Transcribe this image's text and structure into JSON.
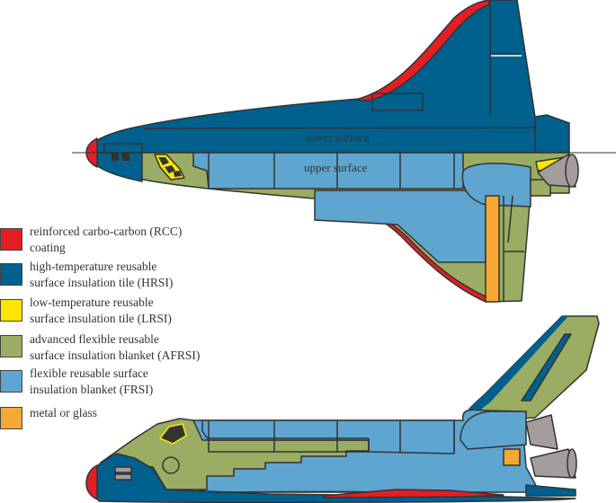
{
  "labels": {
    "lower_surface": "lower surface",
    "upper_surface": "upper surface"
  },
  "legend": [
    {
      "lines": [
        "reinforced carbo-carbon (RCC)",
        "coating"
      ],
      "color": "#e31e24"
    },
    {
      "lines": [
        "high-temperature reusable",
        "surface insulation tile (HRSI)"
      ],
      "color": "#00608e"
    },
    {
      "lines": [
        "low-temperature reusable",
        "surface insulation tile (LRSI)"
      ],
      "color": "#ffe600"
    },
    {
      "lines": [
        "advanced flexible reusable",
        "surface insulation blanket (AFRSI)"
      ],
      "color": "#9aad62"
    },
    {
      "lines": [
        "flexible reusable surface",
        "insulation blanket (FRSI)"
      ],
      "color": "#5ea5d0"
    },
    {
      "lines": [
        "metal or glass"
      ],
      "color": "#f7a833"
    }
  ],
  "colors": {
    "rcc": "#e31e24",
    "hrsi": "#00608e",
    "lrsi": "#ffe600",
    "afrsi": "#9aad62",
    "frsi": "#5ea5d0",
    "metal": "#f7a833",
    "engine": "#a59c9c",
    "outline": "#333333"
  }
}
